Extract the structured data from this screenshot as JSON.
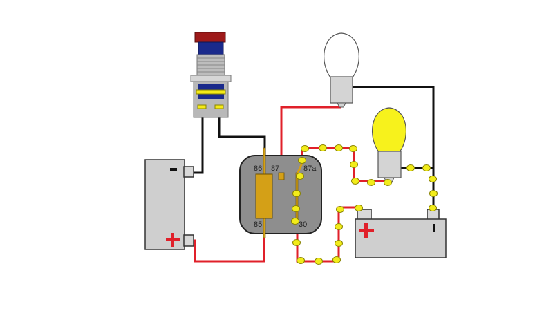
{
  "relay": {
    "pins": {
      "p86": "86",
      "p87": "87",
      "p87a": "87a",
      "p85": "85",
      "p30": "30"
    }
  },
  "battery_left": {
    "plus": "+",
    "minus": "-"
  },
  "battery_right": {
    "plus": "+",
    "minus": "-"
  },
  "colors": {
    "wire_red": "#e0202a",
    "wire_black": "#111111",
    "current_dot": "#f2ec1a",
    "relay_body": "#8e8e8e",
    "coil": "#d4a017",
    "battery": "#cfcfcf",
    "bulb_white": "#ffffff",
    "bulb_yellow": "#f7f21c",
    "switch_cap": "#9e1a1a",
    "switch_body": "#1a2a8c"
  }
}
